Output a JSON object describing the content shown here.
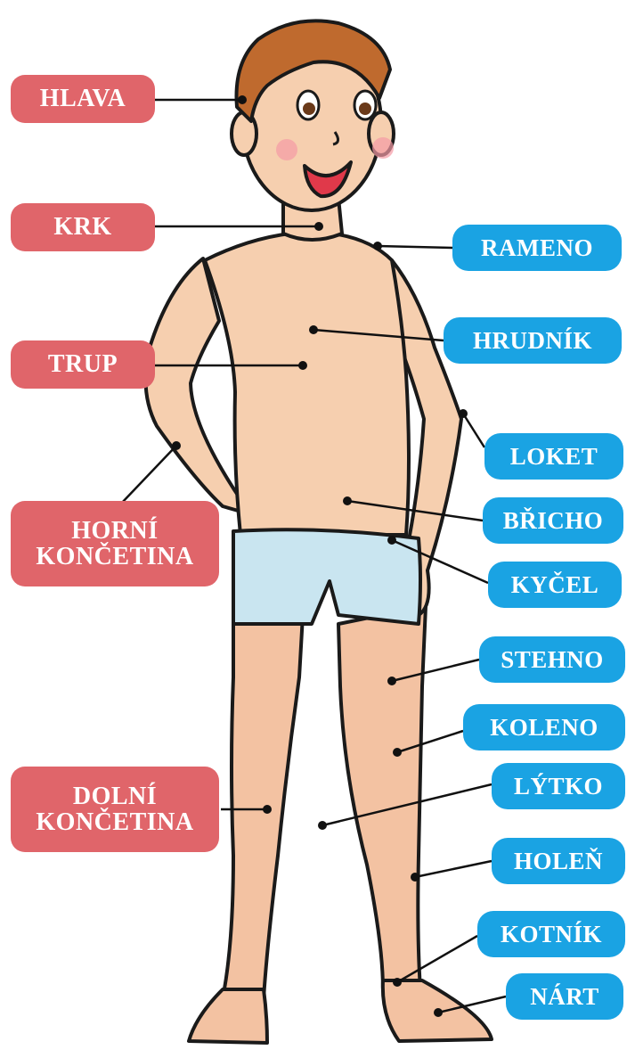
{
  "colors": {
    "left_label_bg": "#e0656a",
    "right_label_bg": "#1aa3e3",
    "label_text": "#ffffff",
    "skin": "#f6cfaf",
    "shorts": "#c9e5f0",
    "hair": "#bf6a2e",
    "outline": "#1a1a1a"
  },
  "labels_left": {
    "hlava": "HLAVA",
    "krk": "KRK",
    "trup": "TRUP",
    "horni_koncetina": "HORNÍ\nKONČETINA",
    "dolni_koncetina": "DOLNÍ\nKONČETINA"
  },
  "labels_right": {
    "rameno": "RAMENO",
    "hrudnik": "HRUDNÍK",
    "loket": "LOKET",
    "bricho": "BŘICHO",
    "kycel": "KYČEL",
    "stehno": "STEHNO",
    "koleno": "KOLENO",
    "lytko": "LÝTKO",
    "holen": "HOLEŇ",
    "kotnik": "KOTNÍK",
    "nart": "NÁRT"
  }
}
